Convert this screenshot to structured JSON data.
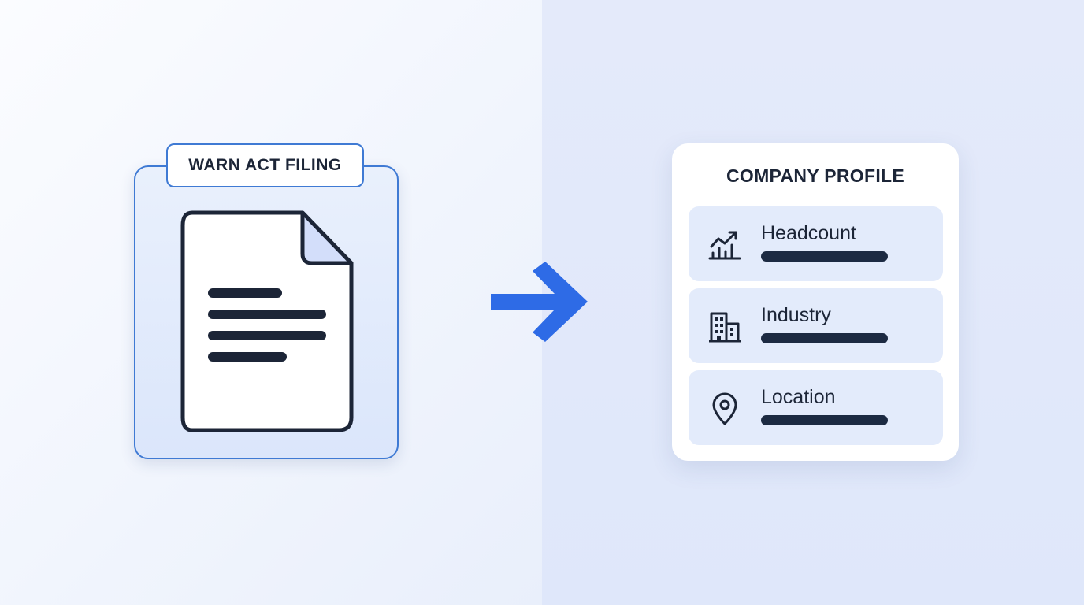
{
  "filing": {
    "tag_label": "WARN ACT FILING",
    "icon": "document-icon"
  },
  "flow": {
    "icon": "arrow-right-icon",
    "accent_color": "#2e6be6"
  },
  "profile": {
    "title": "COMPANY PROFILE",
    "fields": [
      {
        "label": "Headcount",
        "icon": "growth-chart-icon"
      },
      {
        "label": "Industry",
        "icon": "building-icon"
      },
      {
        "label": "Location",
        "icon": "location-pin-icon"
      }
    ]
  },
  "colors": {
    "frame_border": "#3f7ad4",
    "dark_ink": "#1c2537",
    "row_fill": "#e3ebfb",
    "right_background": "#e1e8fa"
  }
}
